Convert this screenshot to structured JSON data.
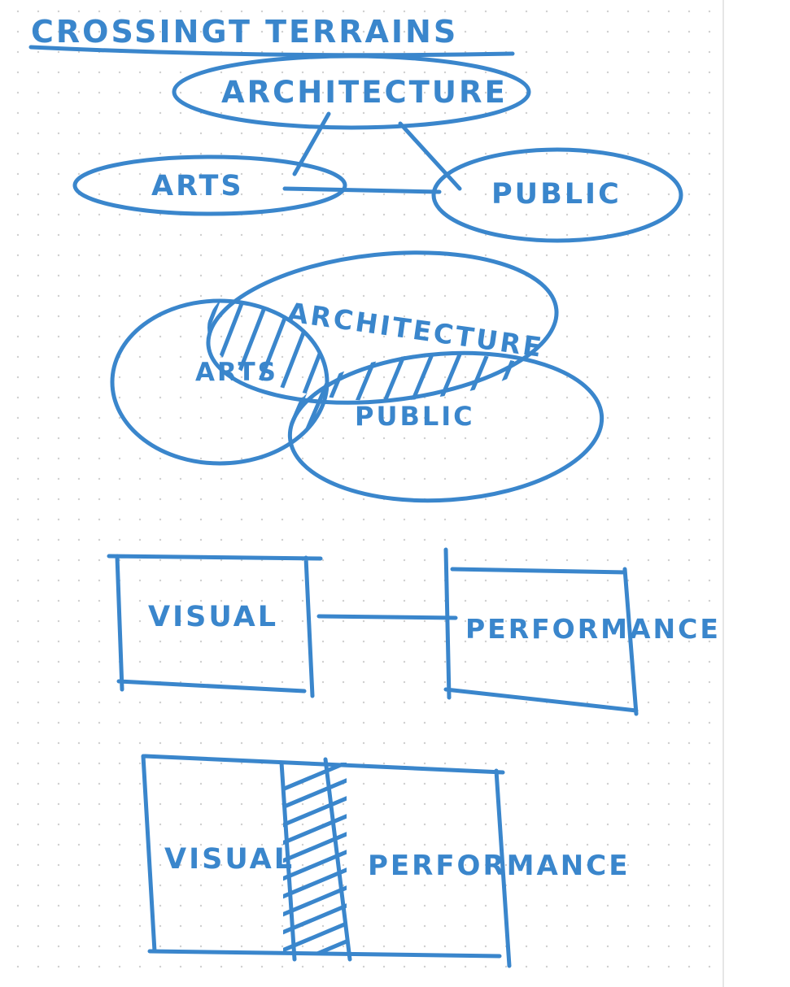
{
  "title": "CROSSINGT TERRAINS",
  "colors": {
    "ink": "#3a86cc",
    "paper": "#ffffff",
    "dots": "#cfcfcf",
    "margin_line": "#e6e6e6"
  },
  "diagram_1": {
    "architecture": "ARCHITECTURE",
    "arts": "ARTS",
    "public": "PUBLIC"
  },
  "diagram_2": {
    "architecture": "ARCHITECTURE",
    "arts": "ARTS",
    "public": "PUBLIC"
  },
  "diagram_3": {
    "visual": "VISUAL",
    "performance": "PERFORMANCE"
  },
  "diagram_4": {
    "visual": "VISUAL",
    "performance": "PERFORMANCE"
  }
}
